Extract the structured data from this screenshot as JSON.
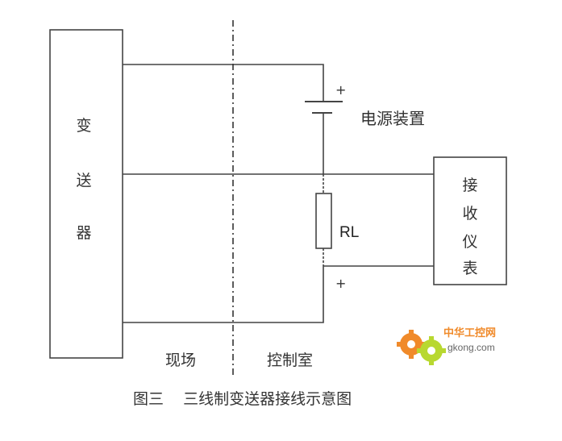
{
  "diagram": {
    "transmitter_chars": [
      "变",
      "送",
      "器"
    ],
    "receiver_chars": [
      "接",
      "收",
      "仪",
      "表"
    ],
    "power_supply_label": "电源装置",
    "resistor_label": "RL",
    "plus_sign": "+",
    "field_label": "现场",
    "control_room_label": "控制室",
    "caption": "图三    三线制变送器接线示意图"
  },
  "watermark": {
    "cn": "中华工控网",
    "en": "gkong.com",
    "colors": {
      "orange": "#f08a2a",
      "green": "#b8d830"
    }
  }
}
